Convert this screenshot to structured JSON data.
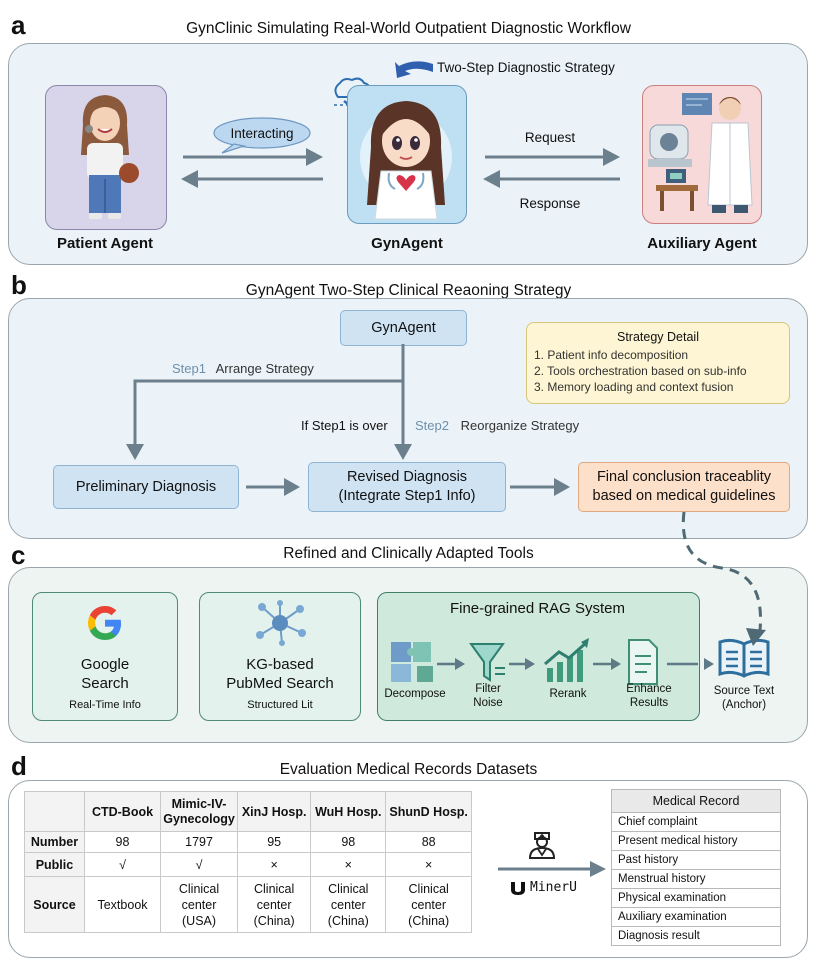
{
  "panel_a": {
    "letter": "a",
    "title": "GynClinic Simulating Real-World Outpatient Diagnostic Workflow",
    "patient_label": "Patient Agent",
    "gynagent_label": "GynAgent",
    "auxiliary_label": "Auxiliary Agent",
    "interacting": "Interacting",
    "two_step": "Two-Step Diagnostic Strategy",
    "request": "Request",
    "response": "Response"
  },
  "panel_b": {
    "letter": "b",
    "title": "GynAgent Two-Step Clinical Reaoning Strategy",
    "gynagent": "GynAgent",
    "step1_tag": "Step1",
    "step1_text": "Arrange Strategy",
    "step2_tag": "Step2",
    "step2_text": "Reorganize Strategy",
    "if_over": "If Step1 is over",
    "preliminary": "Preliminary Diagnosis",
    "revised_line1": "Revised Diagnosis",
    "revised_line2": "(Integrate Step1 Info)",
    "final_line1": "Final conclusion traceablity",
    "final_line2": "based on medical guidelines",
    "strategy_title": "Strategy Detail",
    "strategy_items": [
      "1. Patient info decomposition",
      "2. Tools orchestration based on sub-info",
      "3. Memory loading and context fusion"
    ]
  },
  "panel_c": {
    "letter": "c",
    "title": "Refined and Clinically Adapted Tools",
    "google_line1": "Google",
    "google_line2": "Search",
    "google_sub": "Real-Time Info",
    "kg_line1": "KG-based",
    "kg_line2": "PubMed Search",
    "kg_sub": "Structured Lit",
    "rag_title": "Fine-grained RAG System",
    "decompose": "Decompose",
    "filter_line1": "Filter",
    "filter_line2": "Noise",
    "rerank": "Rerank",
    "enhance_line1": "Enhance",
    "enhance_line2": "Results",
    "source_line1": "Source Text",
    "source_line2": "(Anchor)"
  },
  "panel_d": {
    "letter": "d",
    "title": "Evaluation Medical Records Datasets",
    "columns": [
      "CTD-Book",
      "Mimic-IV-\nGynecology",
      "XinJ Hosp.",
      "WuH Hosp.",
      "ShunD Hosp."
    ],
    "row_labels": [
      "Number",
      "Public",
      "Source"
    ],
    "number": [
      "98",
      "1797",
      "95",
      "98",
      "88"
    ],
    "public": [
      "√",
      "√",
      "×",
      "×",
      "×"
    ],
    "source": [
      "Textbook",
      "Clinical\ncenter\n(USA)",
      "Clinical\ncenter\n(China)",
      "Clinical\ncenter\n(China)",
      "Clinical\ncenter\n(China)"
    ],
    "mineru": "MinerU",
    "record_title": "Medical Record",
    "record_items": [
      "Chief complaint",
      "Present medical history",
      "Past history",
      "Menstrual history",
      "Physical examination",
      "Auxiliary examination",
      "Diagnosis result"
    ]
  },
  "colors": {
    "panel_bg": "#ebf3f8",
    "panel_c_bg": "#eef4f1",
    "blue_box": "#cfe3f3",
    "arrow_gray": "#6c7f8c",
    "final_box": "#fde0c9",
    "strategy_box": "#fdf5d3",
    "teal": "#2f6f5e"
  }
}
